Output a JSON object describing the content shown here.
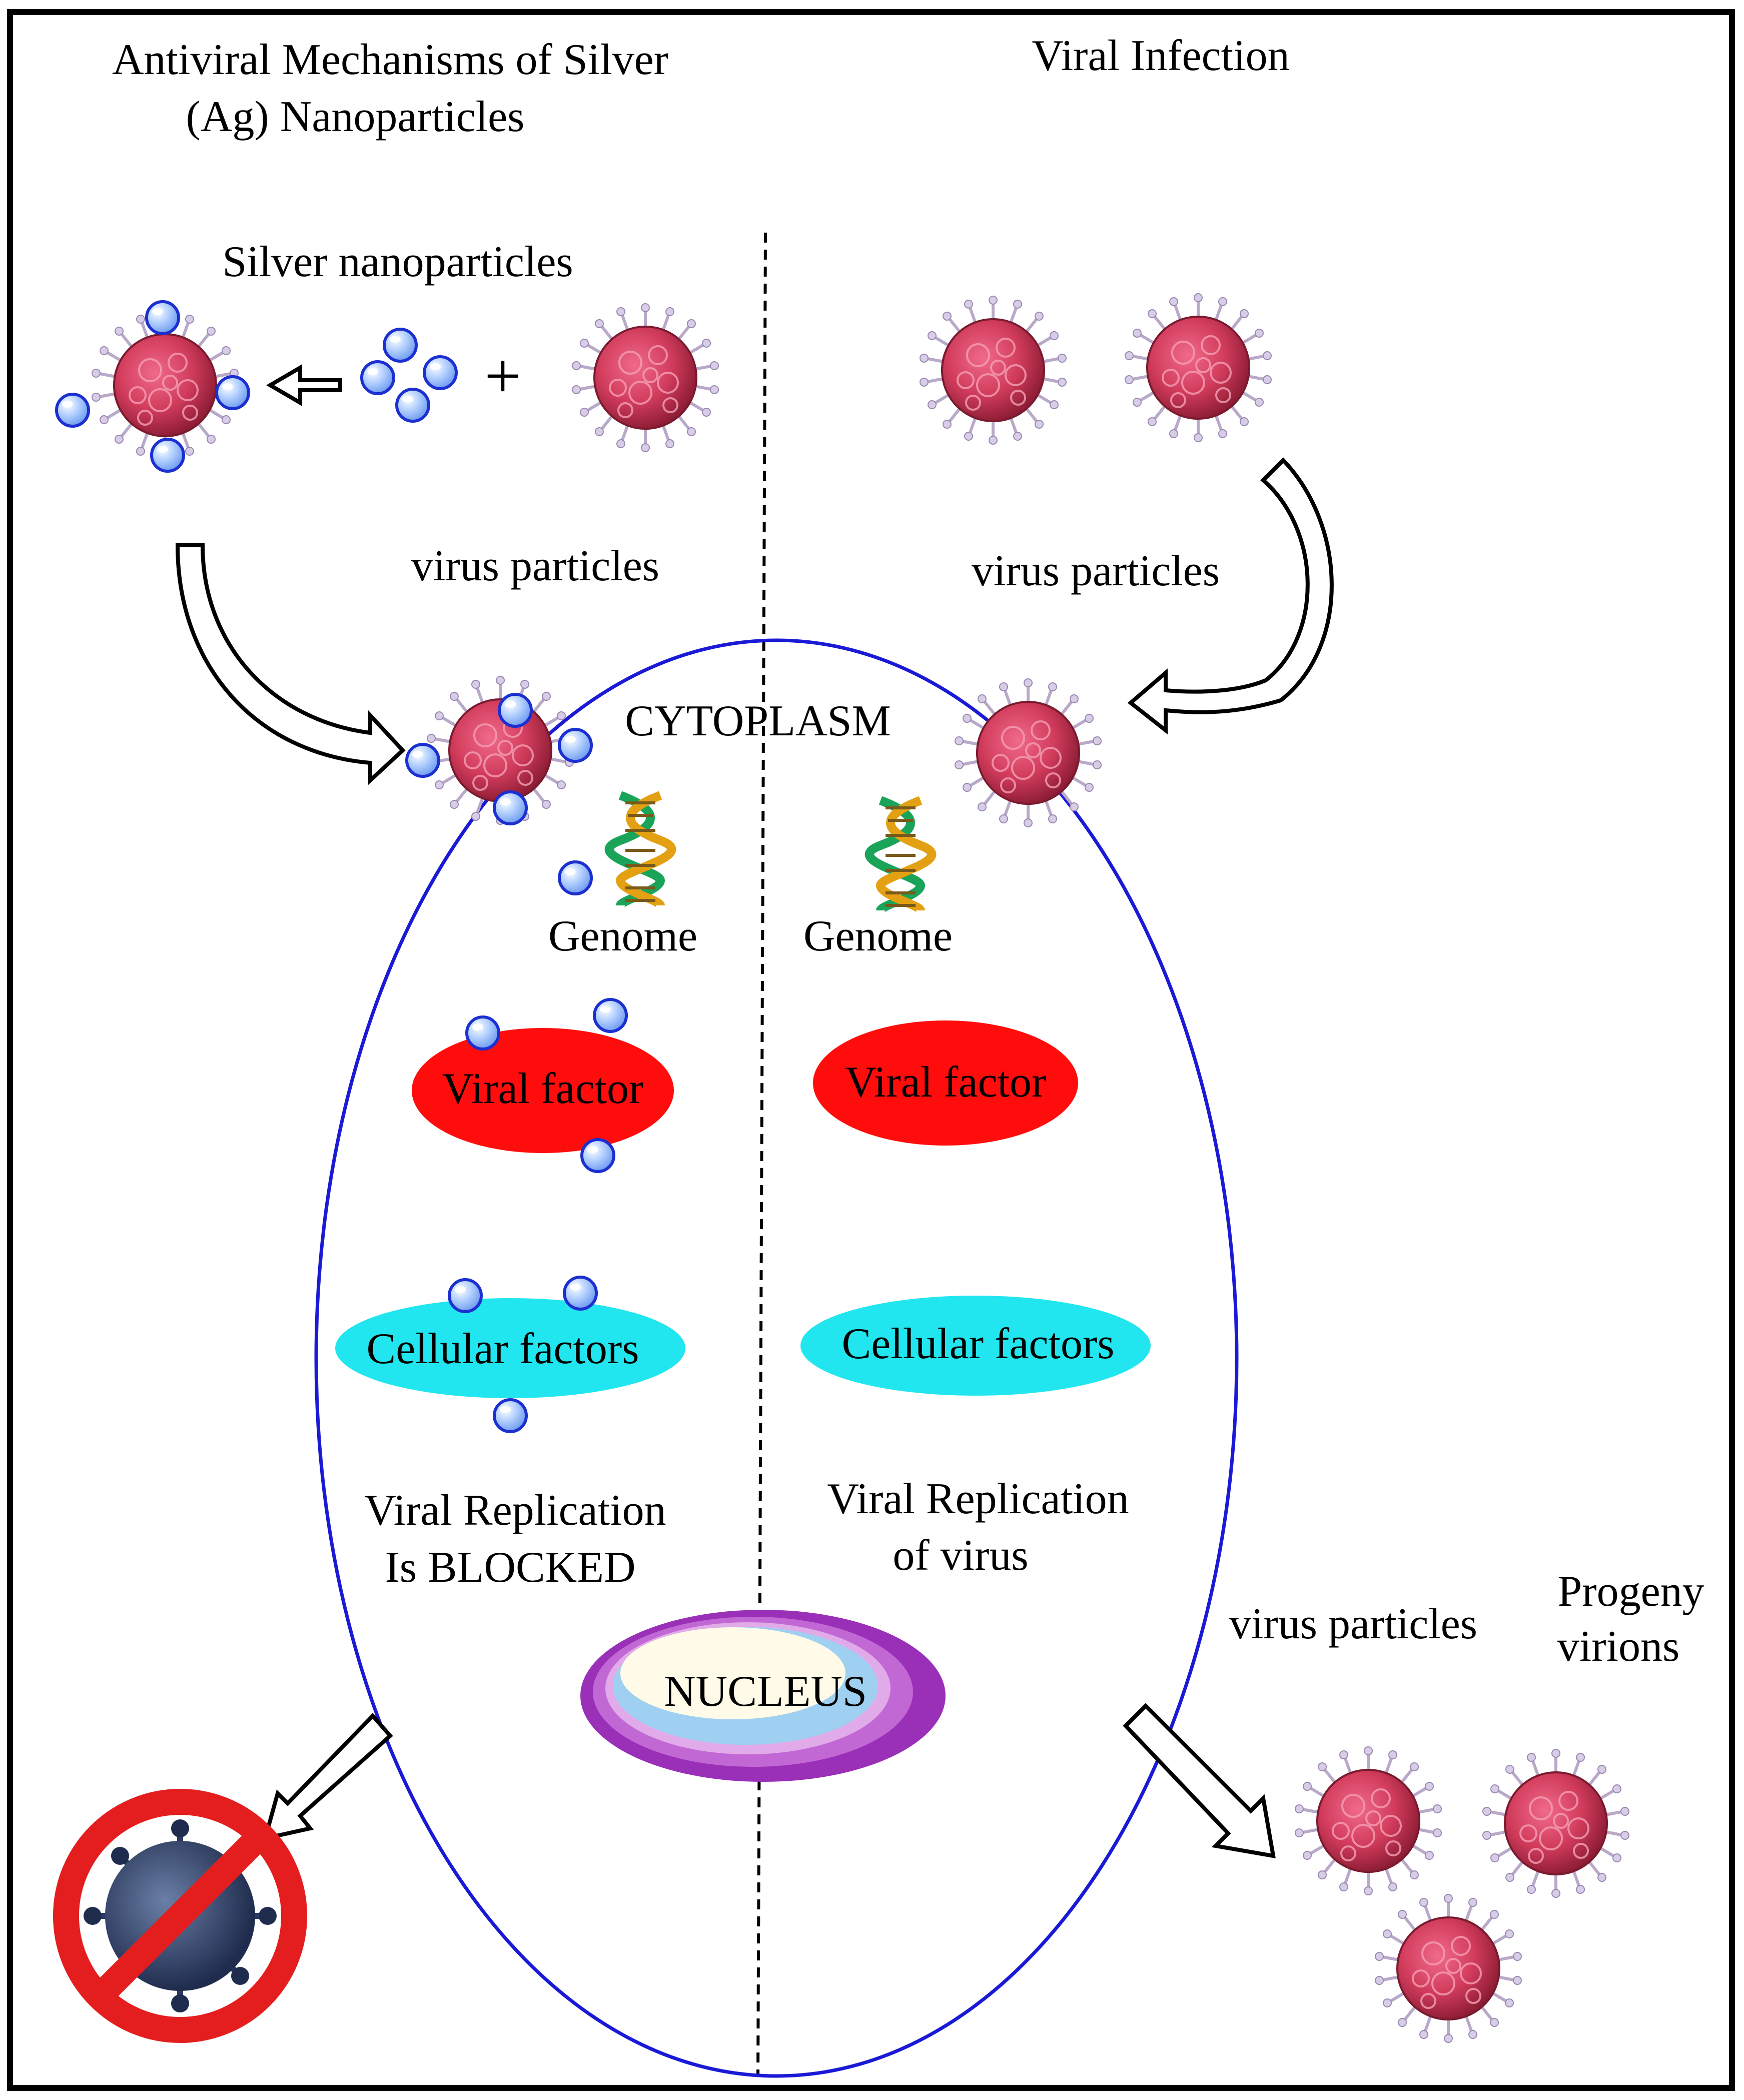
{
  "titles": {
    "left_line1": "Antiviral Mechanisms of Silver",
    "left_line2": "(Ag) Nanoparticles",
    "right": "Viral Infection"
  },
  "labels": {
    "silver_nanoparticles": "Silver nanoparticles",
    "plus": "+",
    "virus_particles_left": "virus particles",
    "virus_particles_right": "virus particles",
    "virus_particles_bottom": "virus particles",
    "cytoplasm": "CYTOPLASM",
    "genome_left": "Genome",
    "genome_right": "Genome",
    "viral_factor_left": "Viral factor",
    "viral_factor_right": "Viral factor",
    "cellular_factors_left": "Cellular factors",
    "cellular_factors_right": "Cellular factors",
    "replication_blocked_line1": "Viral Replication",
    "replication_blocked_line2": "Is BLOCKED",
    "replication_virus_line1": "Viral Replication",
    "replication_virus_line2": "of virus",
    "nucleus": "NUCLEUS",
    "progeny_line1": "Progeny",
    "progeny_line2": "virions"
  },
  "colors": {
    "cell_membrane": "#1a1ad6",
    "viral_factor": "#ff0d0d",
    "cellular_factors": "#22e6ef",
    "nanoparticle": "#3a4fe0",
    "virus_core": "#d23c5c",
    "virus_spike": "#b9a9c9",
    "nucleus_outer": "#9a2fb8",
    "nucleus_inner": "#9fd0f2",
    "no_sign": "#e41e1e"
  }
}
